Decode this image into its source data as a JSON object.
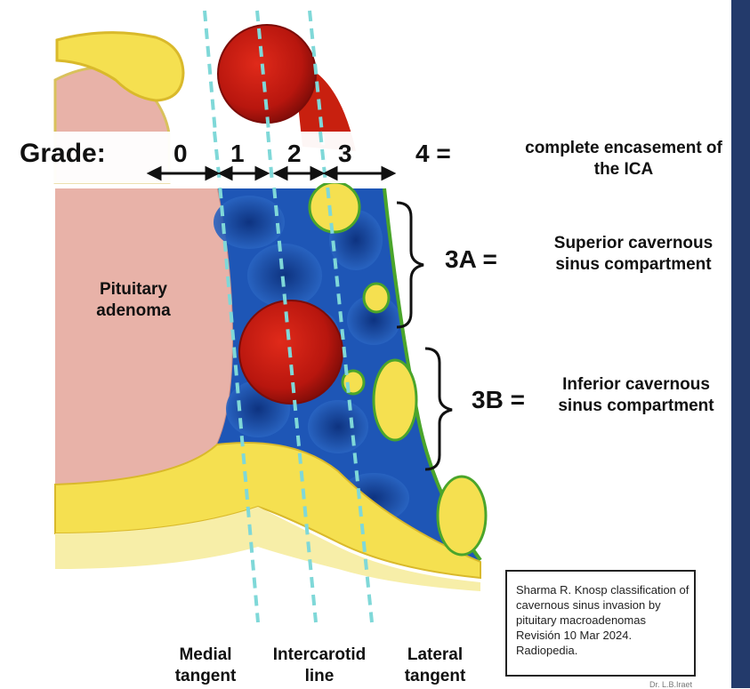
{
  "grade_title": "Grade:",
  "grades": [
    "0",
    "1",
    "2",
    "3",
    "4 ="
  ],
  "descriptions": {
    "grade4": "complete encasement of the ICA",
    "grade3a_label": "3A =",
    "grade3a": "Superior cavernous sinus compartment",
    "grade3b_label": "3B =",
    "grade3b": "Inferior cavernous sinus compartment"
  },
  "adenoma_label": "Pituitary adenoma",
  "bottom_labels": {
    "medial": "Medial tangent",
    "intercarotid": "Intercarotid line",
    "lateral": "Lateral tangent"
  },
  "citation": "Sharma R. Knosp classification of cavernous sinus invasion by pituitary macroadenomas Revisión 10 Mar 2024. Radiopedia.",
  "credit": "Dr. L.B.Iraet",
  "colors": {
    "adenoma": "#e8b2a8",
    "sinus_blue": "#1e56b6",
    "sinus_dark": "#0c2f7a",
    "carotid_red": "#b8160e",
    "nerve_yellow": "#f5e050",
    "membrane_green": "#4aa52b",
    "tangent_cyan": "#7fd8d8",
    "sidebar_navy": "#233a6b"
  }
}
